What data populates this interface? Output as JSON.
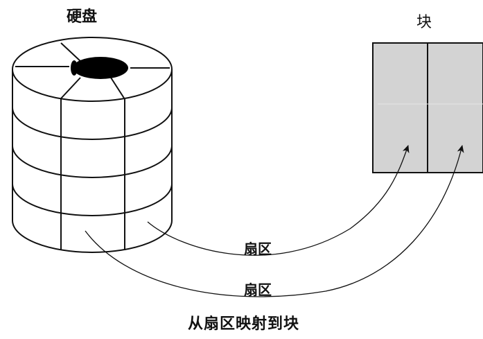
{
  "diagram": {
    "disk_label": "硬盘",
    "block_label": "块",
    "sector_label_1": "扇区",
    "sector_label_2": "扇区",
    "caption": "从扇区映射到块"
  },
  "colors": {
    "ink": "#111111",
    "block_fill": "#d3d3d3",
    "disk_fill": "#ffffff",
    "hub_fill": "#000000"
  }
}
